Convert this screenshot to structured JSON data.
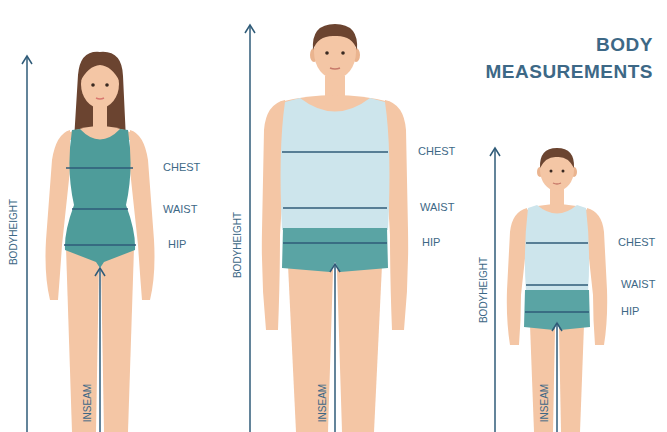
{
  "diagram": {
    "title": "BODY MEASUREMENTS",
    "labels": [
      "BODYHEIGHT",
      "CHEST",
      "WAIST",
      "HIP",
      "INSEAM",
      "BODYHEIGHT",
      "CHEST",
      "WAIST",
      "HIP",
      "INSEAM",
      "BODYHEIGHT",
      "CHEST",
      "WAIST",
      "HIP",
      "INSEAM"
    ]
  }
}
